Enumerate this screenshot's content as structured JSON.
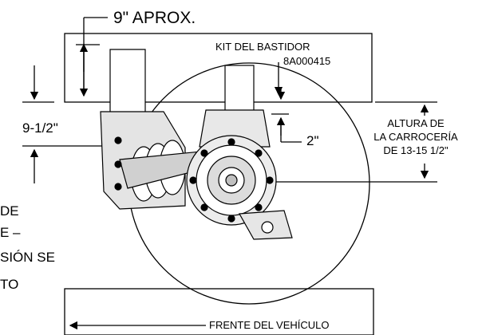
{
  "figure": {
    "dimension_top": "9\" APROX.",
    "frame_kit_title": "KIT DEL BASTIDOR",
    "frame_kit_part": "8A000415",
    "dimension_left": "9-1/2\"",
    "dimension_mid": "2\"",
    "body_height_lines": [
      "ALTURA DE",
      "LA CARROCERÍA",
      "DE 13-15 1/2\""
    ],
    "cut_text_lines": [
      "DE",
      "E –",
      "SIÓN SE",
      "TO"
    ],
    "vehicle_front": "FRENTE DEL VEHÍCULO"
  },
  "colors": {
    "line": "#000000",
    "background": "#ffffff",
    "machinery_fill": "#dcdcdc"
  }
}
